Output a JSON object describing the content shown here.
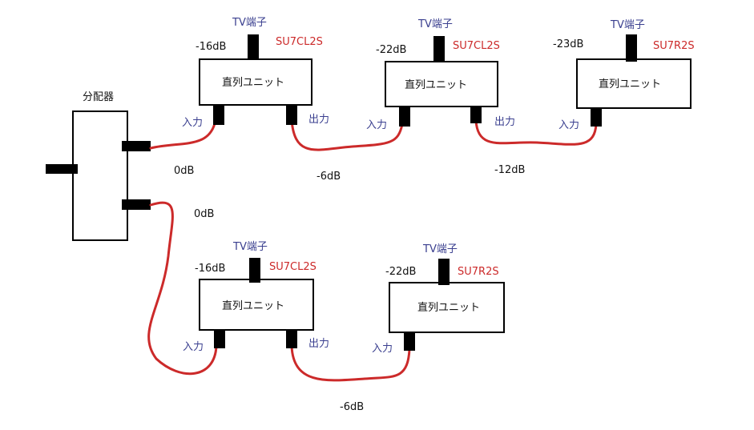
{
  "splitter": {
    "label": "分配器"
  },
  "units": [
    {
      "id": "u1",
      "tv_label": "TV端子",
      "db": "-16dB",
      "model": "SU7CL2S",
      "name": "直列ユニット",
      "in_label": "入力",
      "out_label": "出力"
    },
    {
      "id": "u2",
      "tv_label": "TV端子",
      "db": "-22dB",
      "model": "SU7CL2S",
      "name": "直列ユニット",
      "in_label": "入力",
      "out_label": "出力"
    },
    {
      "id": "u3",
      "tv_label": "TV端子",
      "db": "-23dB",
      "model": "SU7R2S",
      "name": "直列ユニット",
      "in_label": "入力"
    },
    {
      "id": "u4",
      "tv_label": "TV端子",
      "db": "-16dB",
      "model": "SU7CL2S",
      "name": "直列ユニット",
      "in_label": "入力",
      "out_label": "出力"
    },
    {
      "id": "u5",
      "tv_label": "TV端子",
      "db": "-22dB",
      "model": "SU7R2S",
      "name": "直列ユニット",
      "in_label": "入力"
    }
  ],
  "cable_levels": {
    "splitter_top": "0dB",
    "splitter_bottom": "0dB",
    "u1_to_u2": "-6dB",
    "u2_to_u3": "-12dB",
    "u4_to_u5": "-6dB"
  },
  "colors": {
    "cable": "#cc2a2a",
    "model": "#cc2a2a",
    "port_label": "#3a3f8f",
    "outline": "#000000"
  }
}
